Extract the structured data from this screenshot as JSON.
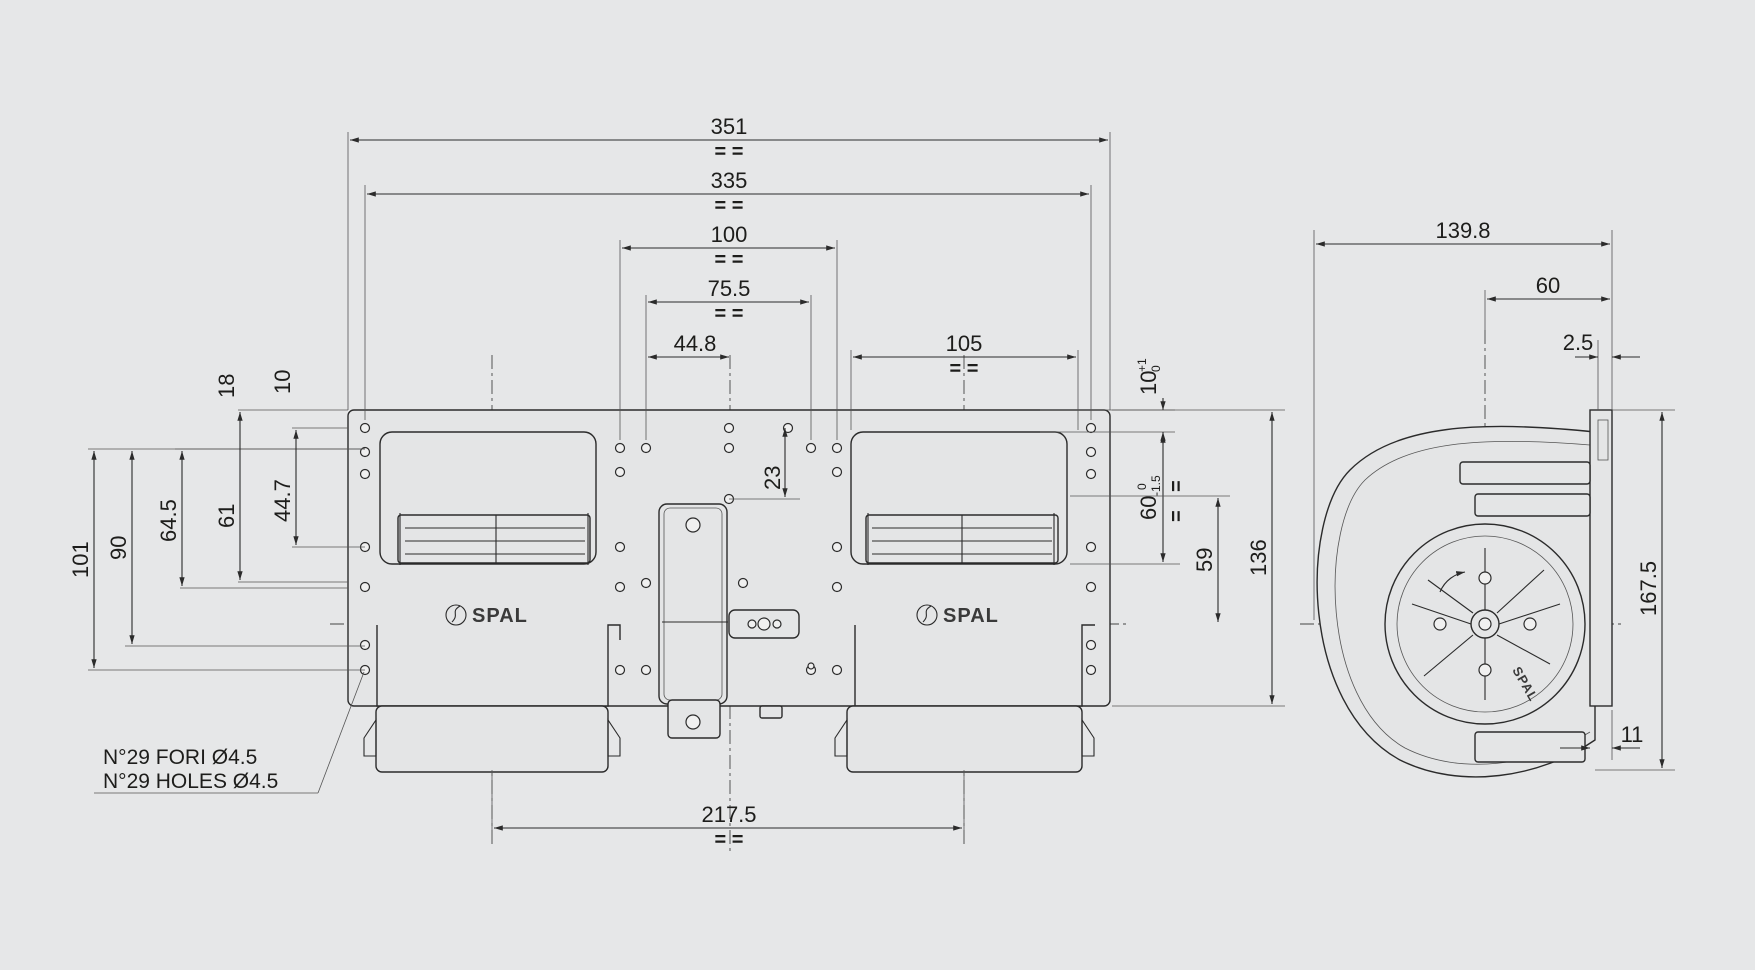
{
  "dimensions": {
    "overall_length": "351",
    "hole_span": "335",
    "center_span_100": "100",
    "center_span_75": "75.5",
    "half_offset": "44.8",
    "outlet_width": "105",
    "outlet_offset": "10",
    "outlet_offset_tol_upper": "+1",
    "outlet_offset_tol_lower": "0",
    "left_18": "18",
    "left_10": "10",
    "left_101": "101",
    "left_90": "90",
    "left_64_5": "64.5",
    "left_61": "61",
    "left_44_7": "44.7",
    "center_23": "23",
    "outlet_height": "60",
    "outlet_height_tol_upper": "0",
    "outlet_height_tol_lower": "-1.5",
    "right_59": "59",
    "height_136": "136",
    "bottom_217_5": "217.5",
    "side_depth": "139.8",
    "side_60": "60",
    "side_2_5": "2.5",
    "side_height": "167.5",
    "side_11": "11"
  },
  "equal_mark": "= =",
  "note": {
    "line_it": "N°29 FORI Ø4.5",
    "line_en": "N°29 HOLES Ø4.5"
  },
  "brand": {
    "left": "SPAL",
    "right": "SPAL",
    "side": "SPAL"
  },
  "colors": {
    "background": "#e6e7e8",
    "line": "#2b2b2b"
  }
}
